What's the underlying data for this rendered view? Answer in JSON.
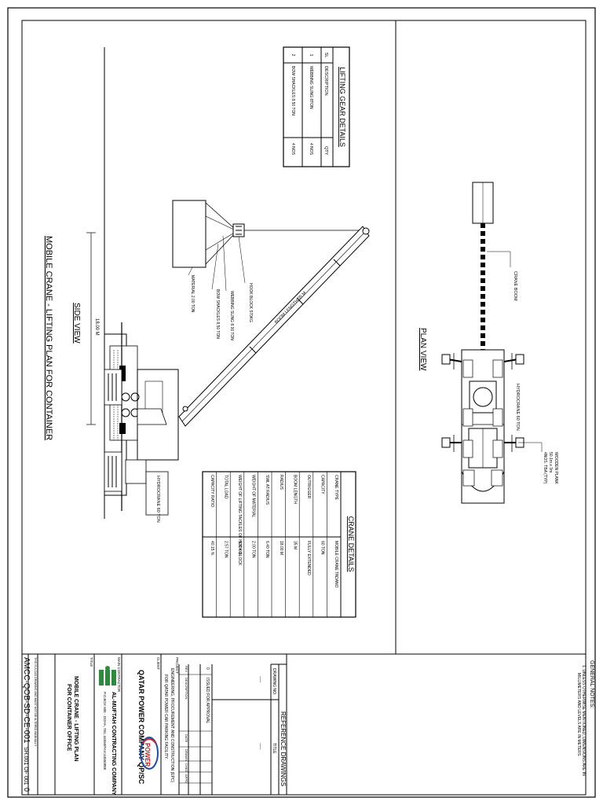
{
  "lifting_gear": {
    "title": "LIFTING GEAR DETAILS",
    "headers": [
      "SL",
      "DESCRIPTION",
      "QTY"
    ],
    "rows": [
      [
        "1",
        "WEBBING SLING 8TON",
        "4 NOS"
      ],
      [
        "2",
        "BOW SHACKLES 8.50 TON",
        "4 NOS"
      ]
    ]
  },
  "crane_details": {
    "title": "CRANE DETAILS",
    "rows": [
      [
        "CRANE TYPE",
        "MOBILE CRANE TADANO"
      ],
      [
        "CAPACITY",
        "60 TON"
      ],
      [
        "OUTRIGGER",
        "FULLY EXTENDED"
      ],
      [
        "BOOM LENGTH",
        "35 M"
      ],
      [
        "RADIUS",
        "18.00 M"
      ],
      [
        "SWL AT RADIUS",
        "6.40 TON"
      ],
      [
        "WEIGHT OF MATERIAL",
        "2.00 TON"
      ],
      [
        "WEIGHT OF LIFTING TACKLES OF HOOK BLOCK",
        "570 KG"
      ],
      [
        "TOTAL LOAD",
        "2.57 TON"
      ],
      [
        "CAPACITY RATIO",
        "40.15 %"
      ]
    ]
  },
  "side_view": {
    "view_title": "SIDE VIEW",
    "main_title": "MOBILE CRANE - LIFTING PLAN FOR CONTAINER",
    "radius_label": "18.00 M",
    "boom_label": "BOOM LENGTH 35 M",
    "crane_label": "HYDROCRANE 60 TON",
    "callouts": [
      "HOOK BLOCK 570KG",
      "WEBBING SLING 8.00 TON",
      "BOW SHACKLES 8.50 TON",
      "MATERIAL 2.00 TON"
    ]
  },
  "plan_view": {
    "view_title": "PLAN VIEW",
    "crane_boom_label": "CRANE BOOM",
    "crane_label": "HYDROCRANE 60 TON",
    "plank_label": [
      "WOODEN PLANK",
      "50.1m x 3m",
      "4NOS. TBA (TYP)"
    ]
  },
  "title_block": {
    "general_notes_title": "GENERAL NOTES:",
    "general_notes": [
      "1.   UNLESS OTHERWISE MENTIONED, DIMENSIONS ARE IN",
      "MILLIMETERS AND LEVELS ARE IN METERS."
    ],
    "reference_title": "REFERENCE DRAWINGS",
    "ref_headers": [
      "DRAWING NO.",
      "TITLE"
    ],
    "ref_dash": "-----",
    "revision_row": [
      "0",
      "ISSUED FOR APPROVAL"
    ],
    "revision_headers": [
      "REV",
      "DESCRIPTION",
      "DATE",
      "DRAWN",
      "CHKD",
      "APPD"
    ],
    "client_label": "CLIENT",
    "client_name": "QATAR POWER COMPANY QP/SC",
    "project_label": "PROJECT",
    "project_text": [
      "ENGINEERING, PROCUREMENT AND CONSTRUCTION (EPC)",
      "FOR QATAR POWER CAR PARKING FACILITY."
    ],
    "contractor_label": "MAIN CONTRACTOR",
    "contractor_name": "AL-MUFTAH CONTRACTING COMPANY",
    "contractor_address": "P.O.BOX 605 - DOHA, TEL:44550/FAX:44550888",
    "logo_text": "POWER",
    "title_label": "TITLE",
    "drawing_title": [
      "MOBILE CRANE - LIFTING PLAN",
      "FOR CONTAINER OFFICE"
    ],
    "drawing_number": "AMCC-QOB-SD-CE-001",
    "sheet_number": "SH.001 OF 001",
    "revision": "0",
    "footer_note": "THIS IS A CAD DRAWING AND MUST NOT BE ALTERED MANUALLY"
  }
}
